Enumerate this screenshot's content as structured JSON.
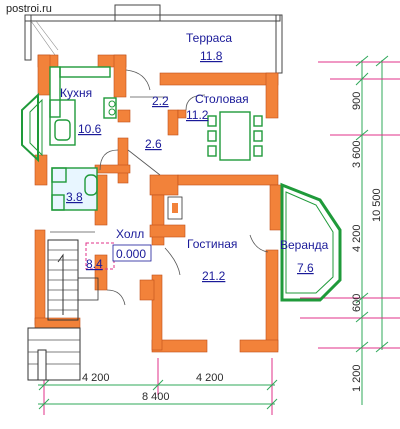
{
  "watermark": "postroi.ru",
  "rooms": {
    "terrace": {
      "name": "Терраса",
      "area": "11.8"
    },
    "kitchen": {
      "name": "Кухня",
      "area": "10.6"
    },
    "dining": {
      "name": "Столовая",
      "area": "11.2"
    },
    "pantry": {
      "area": "2.2"
    },
    "corridor": {
      "area": "2.6"
    },
    "bath": {
      "area": "3.8"
    },
    "hall": {
      "name": "Холл",
      "level": "0.000",
      "stair_area": "8.4"
    },
    "living": {
      "name": "Гостиная",
      "area": "21.2"
    },
    "veranda": {
      "name": "Веранда",
      "area": "7.6"
    }
  },
  "dimensions": {
    "bottom_left": "4 200",
    "bottom_right": "4 200",
    "bottom_total": "8 400",
    "right_segments": [
      "900",
      "3 600",
      "4 200",
      "600",
      "1 200"
    ],
    "right_total": "10 500"
  },
  "colors": {
    "wall": "#f2823a",
    "text": "#1a1a99",
    "dim": "#2fa85a",
    "accent": "#e0308a"
  }
}
